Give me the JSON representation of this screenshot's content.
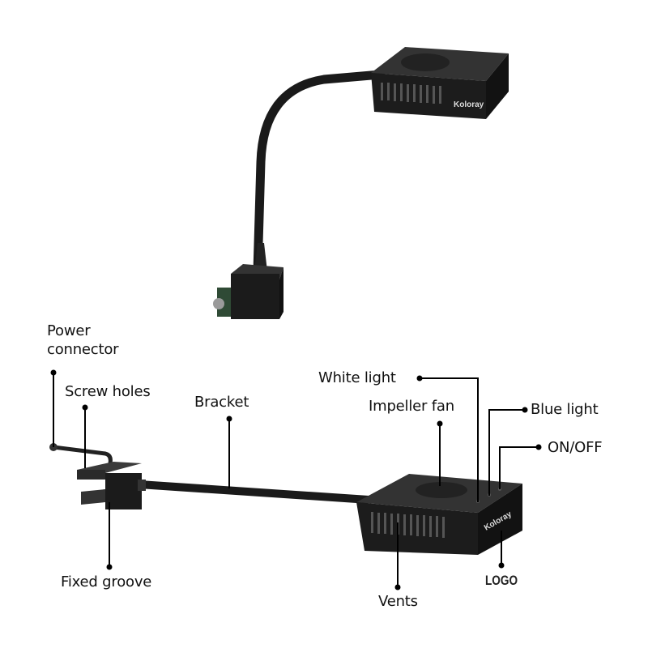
{
  "product": {
    "brand_logo_text": "Koloray"
  },
  "labels": {
    "power_connector_line1": "Power",
    "power_connector_line2": "connector",
    "screw_holes": "Screw holes",
    "bracket": "Bracket",
    "fixed_groove": "Fixed groove",
    "white_light": "White light",
    "impeller_fan": "Impeller fan",
    "blue_light": "Blue light",
    "on_off": "ON/OFF",
    "logo": "LOGO",
    "vents": "Vents"
  }
}
